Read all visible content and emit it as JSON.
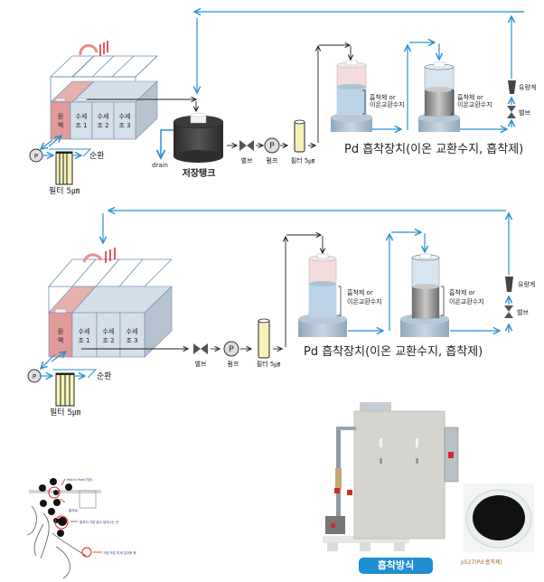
{
  "diagram1": {
    "tanks": [
      "원\n액",
      "수세\n조 1",
      "수세\n조 2",
      "수세\n조 3"
    ],
    "tank_labels": [
      [
        "원",
        "액"
      ],
      [
        "수세",
        "조 1"
      ],
      [
        "수세",
        "조 2"
      ],
      [
        "수세",
        "조 3"
      ]
    ],
    "circulation": "순환",
    "pump_symbol": "P",
    "filter_left": "필터 5㎛",
    "drain": "drain",
    "storage_tank": "저장탱크",
    "valve": "밸브",
    "pump": "펌프",
    "filter": "필터 5㎛",
    "adsorbent_label_1": [
      "흡착제 or",
      "이온교환수지"
    ],
    "adsorbent_label_2": [
      "흡착제 or",
      "이온교환수지"
    ],
    "flowmeter": "유량계",
    "valve_right": "밸브",
    "device_title": "Pd 흡착장치(이온 교환수지, 흡착제)"
  },
  "diagram2": {
    "tank_labels": [
      [
        "원",
        "액"
      ],
      [
        "수세",
        "조 1"
      ],
      [
        "수세",
        "조 2"
      ],
      [
        "수세",
        "조 3"
      ]
    ],
    "circulation": "순환",
    "pump_symbol": "P",
    "filter_left": "필터 5㎛",
    "valve": "밸브",
    "pump": "펌프",
    "filter": "필터 5㎛",
    "adsorbent_label_1": [
      "흡착제 or",
      "이온교환수지"
    ],
    "adsorbent_label_2": [
      "흡착제 or",
      "이온교환수지"
    ],
    "flowmeter": "유량계",
    "valve_right": "밸브",
    "device_title": "Pd 흡착장치(이온 교환수지, 흡착제)"
  },
  "micro": {
    "labels": [
      "Macro Pore(기공)",
      "흡착질",
      "흡착이 가장 많이 일어나는 곳",
      "가장 작은 미세 입자층 확"
    ]
  },
  "photo": {
    "badge": "흡착방식",
    "caption": "p527(Pd 흡착제)"
  },
  "colors": {
    "flow_blue": "#2a8fd0",
    "raw_tank": "#e29a98",
    "rinse_tank": "#d5dfe9",
    "badge_blue": "#1d8fd0"
  }
}
